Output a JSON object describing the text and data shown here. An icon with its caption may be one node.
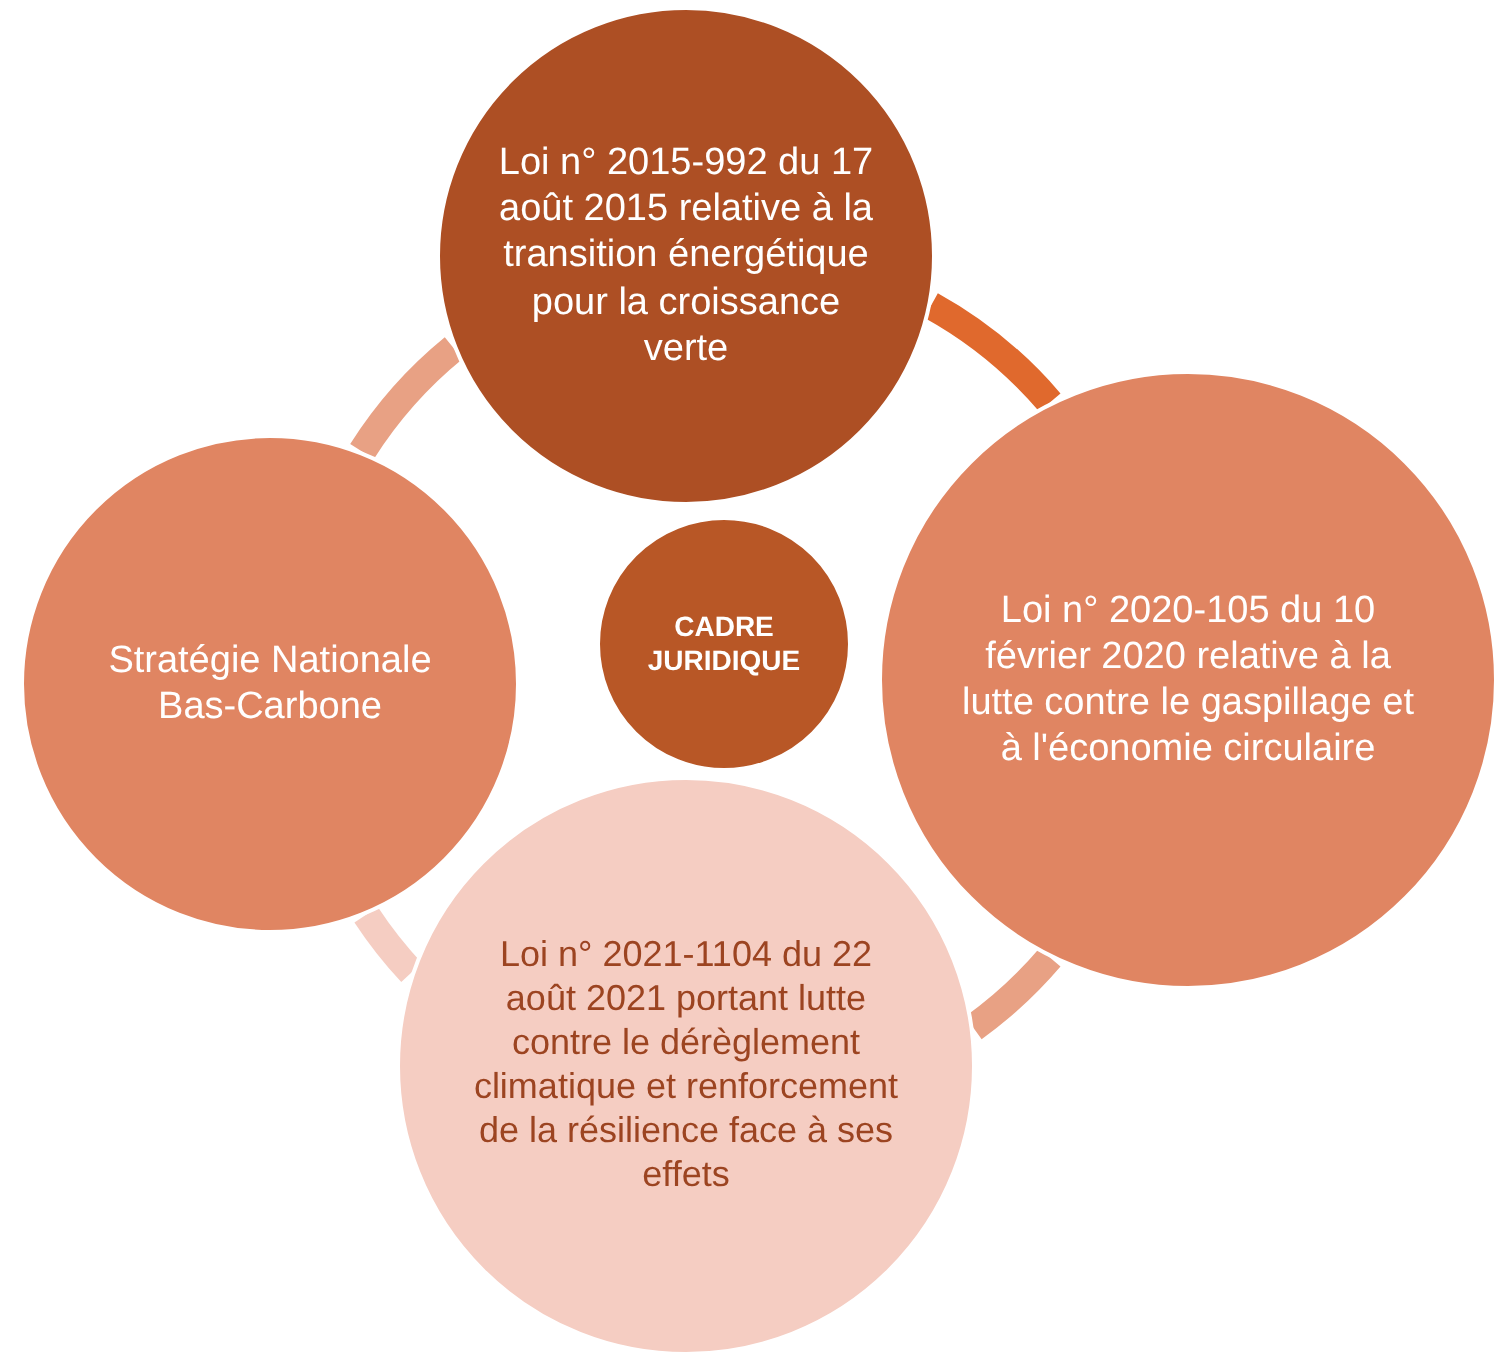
{
  "diagram": {
    "nodes": [
      {
        "text": [
          "Loi n° 2015-992 du 17 août 2015 relative à la transition énergétique pour la croissance verte"
        ]
      },
      {
        "text": [
          "Stratégie Nationale Bas-Carbone"
        ]
      },
      {
        "text": [
          "CADRE JURIDIQUE"
        ]
      },
      {
        "text": [
          "Loi n° 2020-105 du 10 février 2020 relative à la lutte contre le gaspillage et à l'économie circulaire"
        ]
      },
      {
        "text": [
          "Loi n° 2021-1104 du 22 août 2021 portant lutte contre le dérèglement climatique et renforcement de la résilience face à ses effets"
        ]
      }
    ],
    "edges": [
      {
        "from": 0,
        "to": 3,
        "arrow": "none",
        "color": "#e0692d"
      },
      {
        "from": 3,
        "to": 4,
        "arrow": "none",
        "color": "#e8a184"
      },
      {
        "from": 4,
        "to": 1,
        "arrow": "none",
        "color": "#f5cdc2"
      },
      {
        "from": 1,
        "to": 0,
        "arrow": "none",
        "color": "#e8a184"
      }
    ]
  }
}
